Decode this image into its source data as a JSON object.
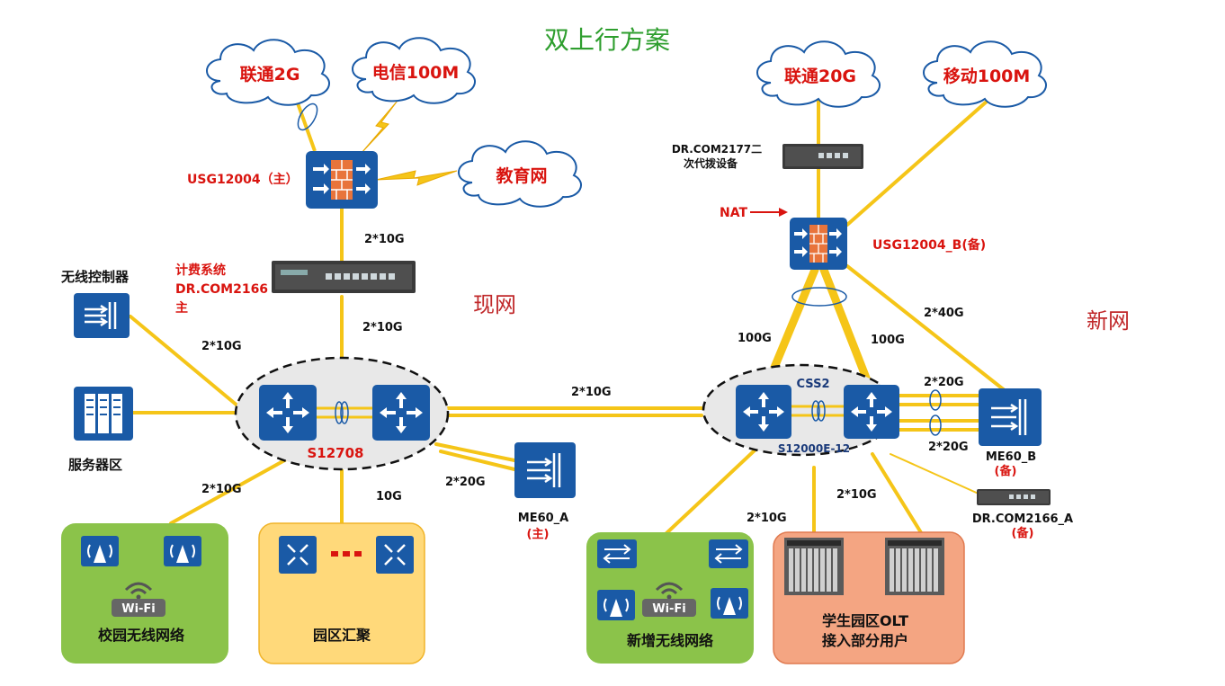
{
  "title": "双上行方案",
  "sections": {
    "existing": "现网",
    "new": "新网"
  },
  "clouds": {
    "unicom_2g": "联通2G",
    "telecom_100m": "电信100M",
    "edu_net": "教育网",
    "unicom_20g": "联通20G",
    "mobile_100m": "移动100M"
  },
  "devices": {
    "usg_main": "USG12004（主）",
    "billing_line1": "计费系统",
    "billing_line2": "DR.COM2166",
    "billing_line3": "主",
    "wireless_controller": "无线控制器",
    "server_zone": "服务器区",
    "s12708": "S12708",
    "me60_a_line1": "ME60_A",
    "me60_a_line2": "(主)",
    "drcom2177_line1": "DR.COM2177二",
    "drcom2177_line2": "次代拨设备",
    "nat": "NAT",
    "usg_backup": "USG12004_B(备)",
    "css2": "CSS2",
    "s12000": "S12000E-12",
    "me60_b_line1": "ME60_B",
    "me60_b_line2": "(备)",
    "drcom2166_a_line1": "DR.COM2166_A",
    "drcom2166_a_line2": "(备)",
    "wifi_badge": "Wi-Fi"
  },
  "links": {
    "usg_billing": "2*10G",
    "billing_core": "2*10G",
    "wlc_core": "2*10G",
    "core_campus_wifi": "2*10G",
    "core_aggregation": "10G",
    "core_me60a": "2*20G",
    "core_core": "2*10G",
    "usgb_css_left": "100G",
    "usgb_css_right": "100G",
    "usgb_me60b": "2*40G",
    "css_me60b_top": "2*20G",
    "css_me60b_bottom": "2*20G",
    "css_new_wifi": "2*10G",
    "css_olt": "2*10G"
  },
  "zones": {
    "campus_wifi": "校园无线网络",
    "aggregation": "园区汇聚",
    "new_wifi": "新增无线网络",
    "olt_line1": "学生园区OLT",
    "olt_line2": "接入部分用户"
  },
  "colors": {
    "link": "#f5c518",
    "device_blue": "#1a5aa6",
    "label_red": "#d9140f",
    "title_green": "#2e9e2e",
    "section_red": "#c0282a",
    "zone_green": "#8bc34a",
    "zone_yellow": "#ffd97a",
    "zone_orange": "#f4a582"
  }
}
